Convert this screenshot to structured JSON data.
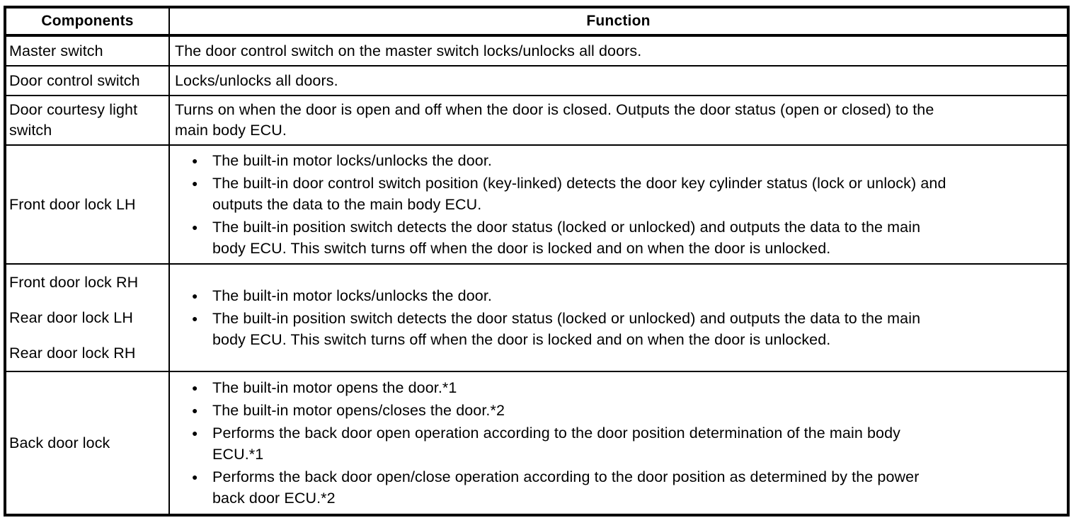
{
  "glyphs": {
    "bullet": "●"
  },
  "colors": {
    "border": "#000000",
    "text": "#000000",
    "background": "#ffffff"
  },
  "table": {
    "headers": {
      "components": "Components",
      "function": "Function"
    },
    "rows": [
      {
        "component_lines": [
          "Master switch"
        ],
        "function_lines": [
          "The door control switch on the master switch locks/unlocks all doors."
        ]
      },
      {
        "component_lines": [
          "Door control switch"
        ],
        "function_lines": [
          "Locks/unlocks all doors."
        ]
      },
      {
        "component_lines": [
          "Door courtesy light",
          "switch"
        ],
        "function_lines": [
          "Turns on when the door is open and off when the door is closed. Outputs the door status (open or closed) to the",
          "main body ECU."
        ]
      },
      {
        "component_lines": [
          "Front door lock LH"
        ],
        "bullets": [
          [
            "The built-in motor locks/unlocks the door."
          ],
          [
            "The built-in door control switch position (key-linked) detects the door key cylinder status (lock or unlock) and",
            "outputs the data to the main body ECU."
          ],
          [
            "The built-in position switch detects the door status (locked or unlocked) and outputs the data to the main",
            "body ECU. This switch turns off when the door is locked and on when the door is unlocked."
          ]
        ]
      },
      {
        "component_lines": [
          "Front door lock RH",
          "Rear door lock LH",
          "Rear door lock RH"
        ],
        "bullets": [
          [
            "The built-in motor locks/unlocks the door."
          ],
          [
            "The built-in position switch detects the door status (locked or unlocked) and outputs the data to the main",
            "body ECU. This switch turns off when the door is locked and on when the door is unlocked."
          ]
        ]
      },
      {
        "component_lines": [
          "Back door lock"
        ],
        "bullets": [
          [
            "The built-in motor opens the door.*1"
          ],
          [
            "The built-in motor opens/closes the door.*2"
          ],
          [
            "Performs the back door open operation according to the door position determination of the main body",
            "ECU.*1"
          ],
          [
            "Performs the back door open/close operation according to the door position as determined by the power",
            "back door ECU.*2"
          ]
        ]
      }
    ]
  }
}
